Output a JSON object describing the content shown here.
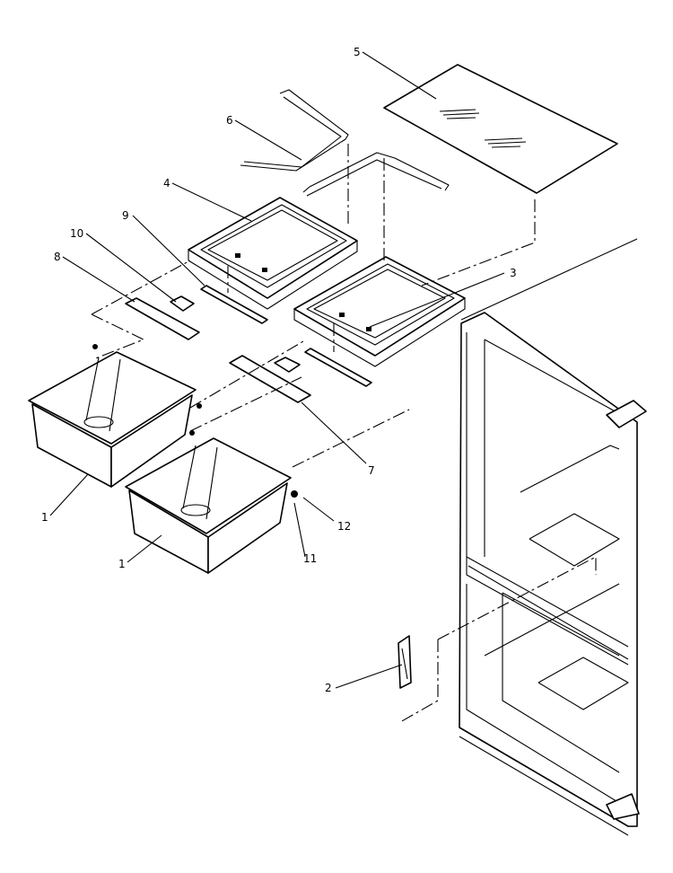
{
  "callouts": [
    {
      "id": "c1a",
      "label": "1"
    },
    {
      "id": "c1b",
      "label": "1"
    },
    {
      "id": "c2",
      "label": "2"
    },
    {
      "id": "c3",
      "label": "3"
    },
    {
      "id": "c4",
      "label": "4"
    },
    {
      "id": "c5",
      "label": "5"
    },
    {
      "id": "c6",
      "label": "6"
    },
    {
      "id": "c7",
      "label": "7"
    },
    {
      "id": "c8",
      "label": "8"
    },
    {
      "id": "c9",
      "label": "9"
    },
    {
      "id": "c10",
      "label": "10"
    },
    {
      "id": "c11",
      "label": "11"
    },
    {
      "id": "c12",
      "label": "12"
    }
  ],
  "colors": {
    "line": "#000000",
    "background": "#ffffff"
  }
}
